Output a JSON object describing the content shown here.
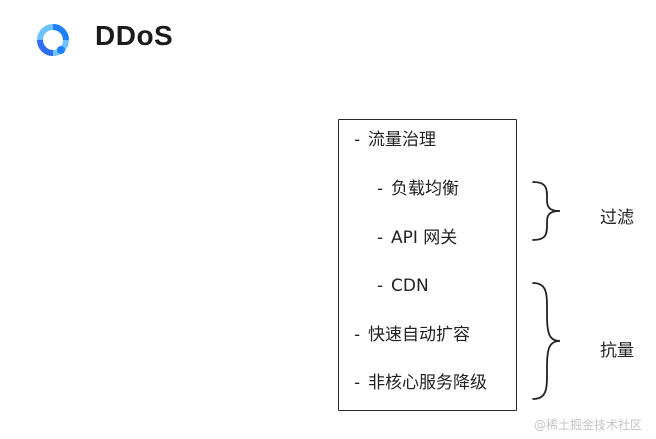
{
  "header": {
    "title": "DDoS",
    "logo_icon": "juejin-logo-icon"
  },
  "list": {
    "items": [
      {
        "dash": "-",
        "text": "流量治理"
      },
      {
        "dash": "-",
        "text": "负载均衡"
      },
      {
        "dash": "-",
        "text": "API 网关"
      },
      {
        "dash": "-",
        "text": "CDN"
      },
      {
        "dash": "-",
        "text": "快速自动扩容"
      },
      {
        "dash": "-",
        "text": "非核心服务降级"
      }
    ]
  },
  "groups": {
    "filter_label": "过滤",
    "resist_label": "抗量"
  },
  "watermark": "@稀土掘金技术社区",
  "colors": {
    "logo_blue": "#1e80ff",
    "logo_light": "#6ec3ff",
    "ink": "#222222"
  }
}
